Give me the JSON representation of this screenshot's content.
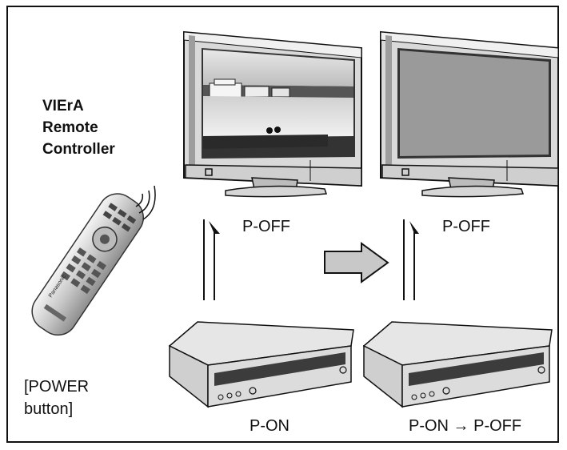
{
  "remote_title_lines": [
    "VIErA",
    "Remote",
    "Controller"
  ],
  "power_lines": [
    "[POWER",
    "button]"
  ],
  "tv_left": {
    "signal_label": "P-OFF",
    "screen": "video"
  },
  "tv_right": {
    "signal_label": "P-OFF",
    "screen": "blank"
  },
  "recorder_left": {
    "label": "P-ON"
  },
  "recorder_right": {
    "label": "P-ON → P-OFF"
  },
  "remote_brand": "Panasonic",
  "colors": {
    "outline": "#111111",
    "tv_body": "#d9d9d9",
    "screen_blank": "#9a9a9a",
    "arrow_fill": "#c8c8c8"
  }
}
